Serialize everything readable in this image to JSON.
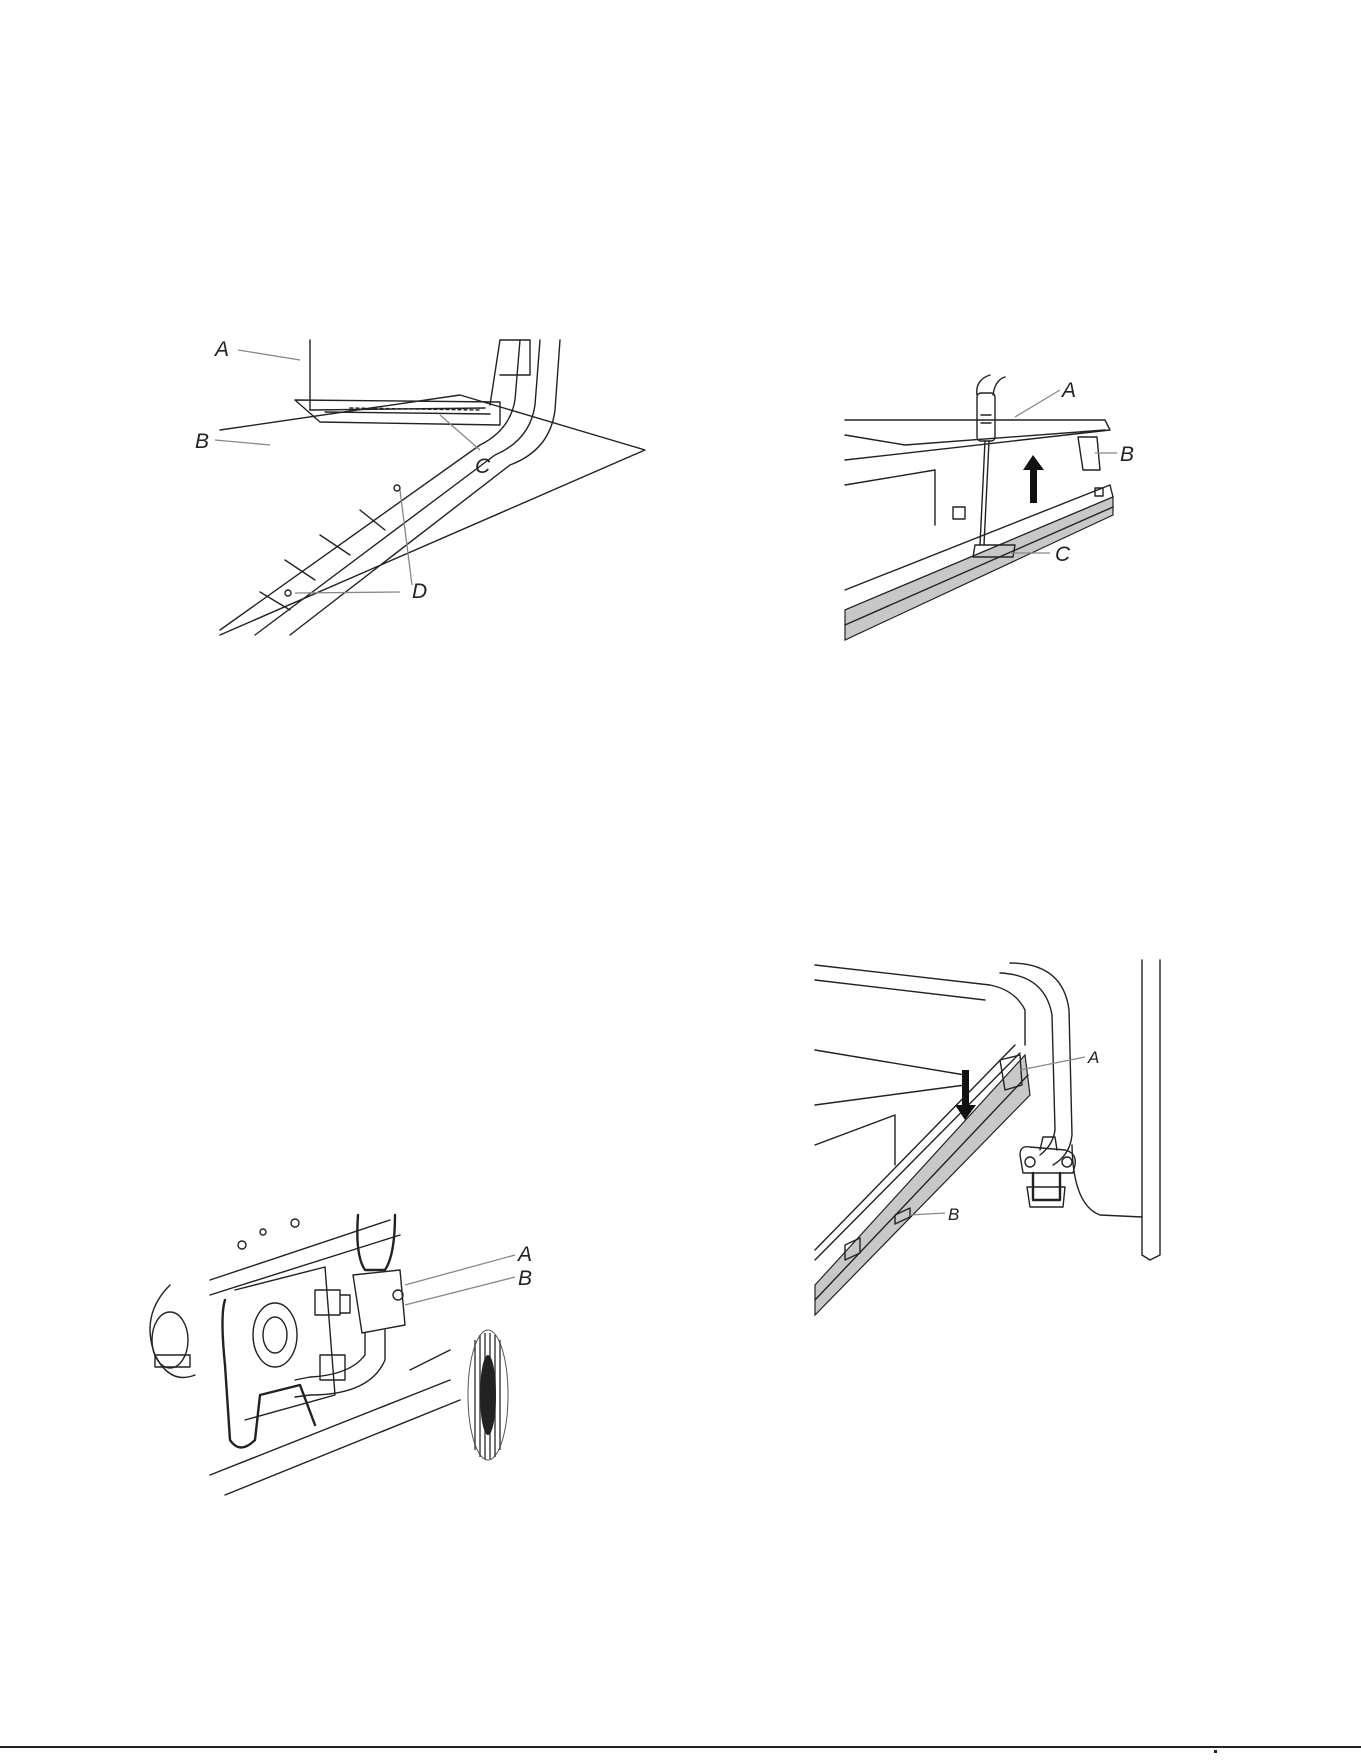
{
  "figures": {
    "fig1": {
      "labels": {
        "a": "A",
        "b": "B",
        "c": "C",
        "d": "D"
      }
    },
    "fig2": {
      "labels": {
        "a": "A",
        "b": "B",
        "c": "C"
      }
    },
    "fig3": {
      "labels": {
        "a": "A",
        "b": "B"
      }
    },
    "fig4": {
      "labels": {
        "a": "A",
        "b": "B"
      }
    }
  },
  "colors": {
    "line": "#222222",
    "leader": "#888888",
    "rail_shade": "#c8c8c8"
  },
  "icons": [
    "arrow-up-icon",
    "arrow-down-icon",
    "screwdriver-icon"
  ]
}
